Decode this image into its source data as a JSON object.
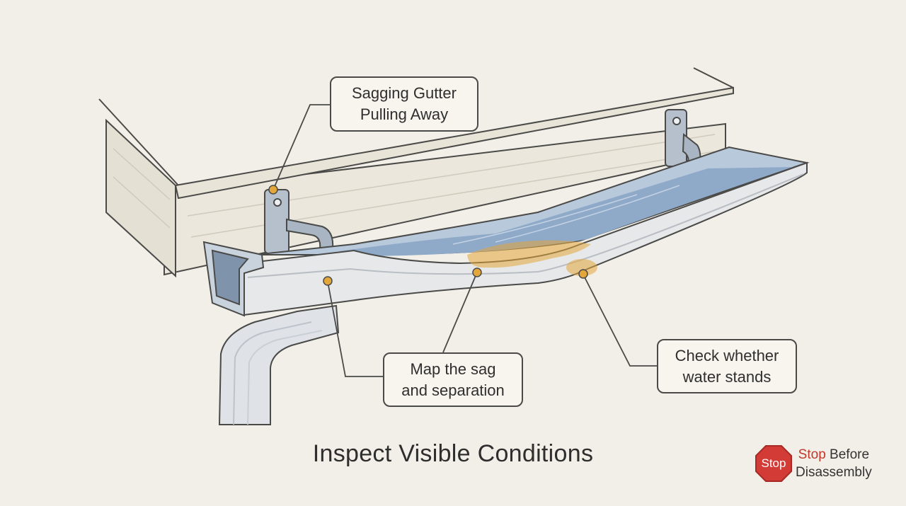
{
  "callouts": {
    "sagging": {
      "line1": "Sagging Gutter",
      "line2": "Pulling Away"
    },
    "map": {
      "line1": "Map the sag",
      "line2": "and separation"
    },
    "water": {
      "line1": "Check whether",
      "line2": "water stands"
    }
  },
  "title": "Inspect Visible Conditions",
  "stop": {
    "sign": "Stop",
    "caption_accent": "Stop",
    "caption_rest": "Before",
    "caption_line2": "Disassembly"
  },
  "colors": {
    "background": "#f1efe7",
    "outline": "#4a4a48",
    "gutter_metal": "#e6e8ea",
    "gutter_interior": "#b8c9dc",
    "water": "#8fa9c8",
    "highlight": "#e3a63a",
    "stop_red": "#d23b36"
  },
  "icons": [
    "stop-sign-icon"
  ]
}
